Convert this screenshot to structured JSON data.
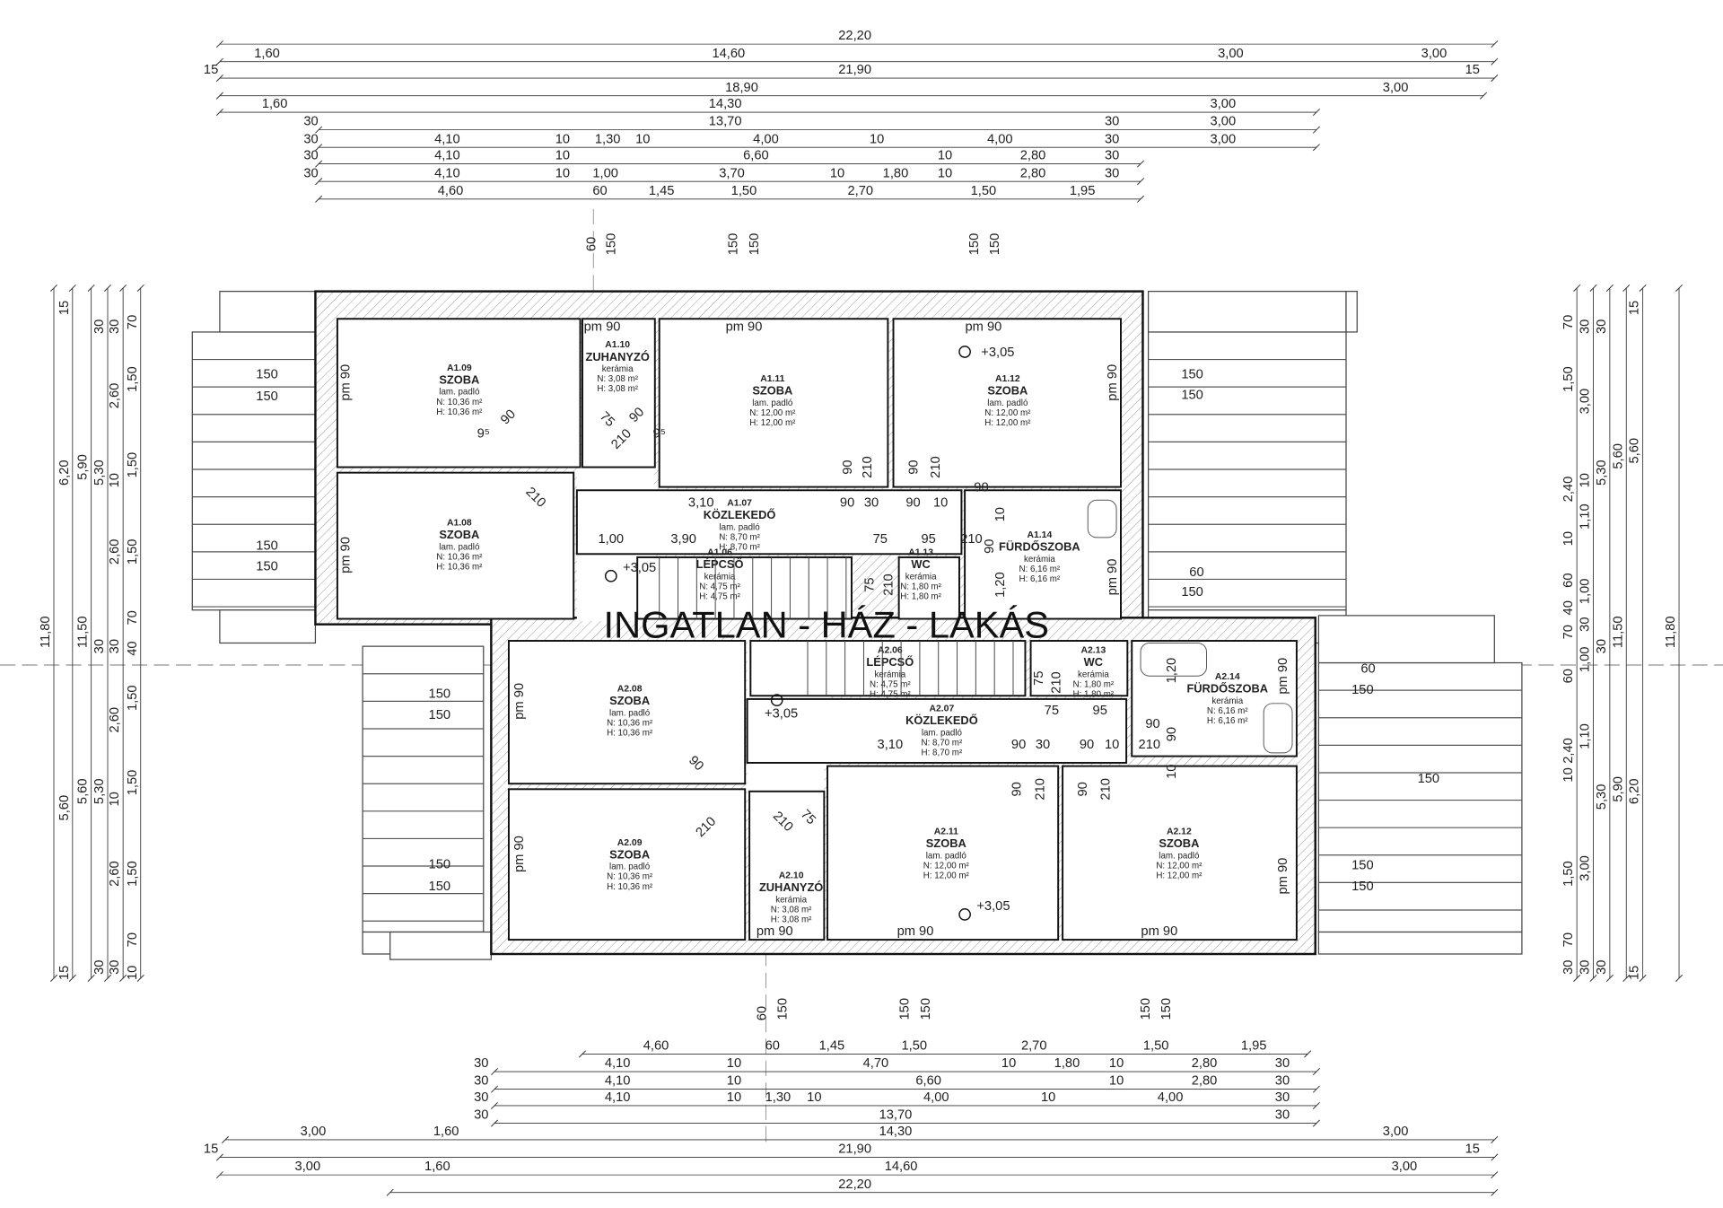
{
  "title": "INGATLAN - HÁZ - LAKÁS",
  "rooms": [
    {
      "id": "A1.09",
      "name": "SZOBA",
      "floor": "lam. padló",
      "n": "N: 10,36 m²",
      "h": "H: 10,36 m²"
    },
    {
      "id": "A1.08",
      "name": "SZOBA",
      "floor": "lam. padló",
      "n": "N: 10,36 m²",
      "h": "H: 10,36 m²"
    },
    {
      "id": "A1.10",
      "name": "ZUHANYZÓ",
      "floor": "kerámia",
      "n": "N: 3,08 m²",
      "h": "H: 3,08 m²"
    },
    {
      "id": "A1.11",
      "name": "SZOBA",
      "floor": "lam. padló",
      "n": "N: 12,00 m²",
      "h": "H: 12,00 m²"
    },
    {
      "id": "A1.12",
      "name": "SZOBA",
      "floor": "lam. padló",
      "n": "N: 12,00 m²",
      "h": "H: 12,00 m²"
    },
    {
      "id": "A1.07",
      "name": "KÖZLEKEDŐ",
      "floor": "lam. padló",
      "n": "N: 8,70 m²",
      "h": "H: 8,70 m²"
    },
    {
      "id": "A1.06",
      "name": "LÉPCSŐ",
      "floor": "kerámia",
      "n": "N: 4,75 m²",
      "h": "H: 4,75 m²"
    },
    {
      "id": "A1.13",
      "name": "WC",
      "floor": "kerámia",
      "n": "N: 1,80 m²",
      "h": "H: 1,80 m²"
    },
    {
      "id": "A1.14",
      "name": "FÜRDŐSZOBA",
      "floor": "kerámia",
      "n": "N: 6,16 m²",
      "h": "H: 6,16 m²"
    },
    {
      "id": "A2.08",
      "name": "SZOBA",
      "floor": "lam. padló",
      "n": "N: 10,36 m²",
      "h": "H: 10,36 m²"
    },
    {
      "id": "A2.09",
      "name": "SZOBA",
      "floor": "lam. padló",
      "n": "N: 10,36 m²",
      "h": "H: 10,36 m²"
    },
    {
      "id": "A2.06",
      "name": "LÉPCSŐ",
      "floor": "kerámia",
      "n": "N: 4,75 m²",
      "h": "H: 4,75 m²"
    },
    {
      "id": "A2.13",
      "name": "WC",
      "floor": "kerámia",
      "n": "N: 1,80 m²",
      "h": "H: 1,80 m²"
    },
    {
      "id": "A2.14",
      "name": "FÜRDŐSZOBA",
      "floor": "kerámia",
      "n": "N: 6,16 m²",
      "h": "H: 6,16 m²"
    },
    {
      "id": "A2.07",
      "name": "KÖZLEKEDŐ",
      "floor": "lam. padló",
      "n": "N: 8,70 m²",
      "h": "H: 8,70 m²"
    },
    {
      "id": "A2.10",
      "name": "ZUHANYZÓ",
      "floor": "kerámia",
      "n": "N: 3,08 m²",
      "h": "H: 3,08 m²"
    },
    {
      "id": "A2.11",
      "name": "SZOBA",
      "floor": "lam. padló",
      "n": "N: 12,00 m²",
      "h": "H: 12,00 m²"
    },
    {
      "id": "A2.12",
      "name": "SZOBA",
      "floor": "lam. padló",
      "n": "N: 12,00 m²",
      "h": "H: 12,00 m²"
    }
  ],
  "dimensions": {
    "top_rows": [
      [
        "22,20"
      ],
      [
        "1,60",
        "14,60",
        "3,00",
        "3,00"
      ],
      [
        "15",
        "21,90",
        "15"
      ],
      [
        "18,90",
        "3,00"
      ],
      [
        "1,60",
        "14,30",
        "3,00"
      ],
      [
        "30",
        "13,70",
        "30",
        "3,00"
      ],
      [
        "30",
        "4,10",
        "10",
        "1,30",
        "10",
        "4,00",
        "10",
        "4,00",
        "30",
        "3,00"
      ],
      [
        "30",
        "4,10",
        "10",
        "6,60",
        "10",
        "2,80",
        "30"
      ],
      [
        "30",
        "4,10",
        "10",
        "1,00",
        "3,70",
        "10",
        "1,80",
        "10",
        "2,80",
        "30"
      ],
      [
        "4,60",
        "60",
        "1,45",
        "1,50",
        "2,70",
        "1,50",
        "1,95"
      ]
    ],
    "top_verticals": [
      "60",
      "150",
      "150",
      "150",
      "150",
      "150"
    ],
    "bottom_verticals": [
      "60",
      "150",
      "150",
      "150",
      "150",
      "150"
    ],
    "bottom_rows": [
      [
        "4,60",
        "60",
        "1,45",
        "1,50",
        "2,70",
        "1,50",
        "1,95"
      ],
      [
        "30",
        "4,10",
        "10",
        "4,70",
        "10",
        "1,80",
        "10",
        "2,80",
        "30"
      ],
      [
        "30",
        "4,10",
        "10",
        "6,60",
        "10",
        "2,80",
        "30"
      ],
      [
        "30",
        "4,10",
        "10",
        "1,30",
        "10",
        "4,00",
        "10",
        "4,00",
        "30"
      ],
      [
        "30",
        "13,70",
        "30"
      ],
      [
        "3,00",
        "1,60",
        "14,30",
        "3,00"
      ],
      [
        "15",
        "21,90",
        "15"
      ],
      [
        "3,00",
        "1,60",
        "14,60",
        "3,00"
      ],
      [
        "22,20"
      ]
    ],
    "left_cols": [
      [
        "11,80"
      ],
      [
        "15",
        "6,20",
        "5,60",
        "15"
      ],
      [
        "5,90",
        "11,50",
        "5,60"
      ],
      [
        "30",
        "5,30",
        "30",
        "5,30",
        "30"
      ],
      [
        "30",
        "2,60",
        "10",
        "2,60",
        "30",
        "2,60",
        "10",
        "2,60",
        "30"
      ],
      [
        "70",
        "1,50",
        "1,50",
        "1,50",
        "70",
        "40",
        "1,50",
        "1,50",
        "1,50",
        "70",
        "10"
      ]
    ],
    "right_cols": [
      [
        "70",
        "1,50",
        "2,40",
        "10",
        "60",
        "40",
        "70",
        "60",
        "2,40",
        "10",
        "1,50",
        "70",
        "30"
      ],
      [
        "30",
        "3,00",
        "10",
        "1,10",
        "1,00",
        "30",
        "1,00",
        "1,10",
        "3,00",
        "30"
      ],
      [
        "30",
        "5,30",
        "30",
        "5,30",
        "30"
      ],
      [
        "5,60",
        "11,50",
        "5,90"
      ],
      [
        "15",
        "5,60",
        "6,20",
        "15"
      ],
      [
        "11,80"
      ]
    ]
  },
  "annotations": {
    "window_labels": [
      "pm 90",
      "pm 90",
      "pm 90",
      "pm 90",
      "pm 90",
      "pm 90",
      "pm 90",
      "pm 90",
      "pm 90",
      "pm 90",
      "pm 90",
      "pm 90",
      "pm 90",
      "pm 90"
    ],
    "terrace_labels": [
      "150",
      "150",
      "150",
      "150",
      "150",
      "150",
      "60",
      "150",
      "150",
      "150",
      "150",
      "150",
      "150",
      "60",
      "150",
      "150",
      "150"
    ],
    "levels": [
      "+3,05",
      "+3,05",
      "+3,05",
      "+3,05"
    ],
    "door_dims": [
      "90",
      "210",
      "90",
      "210",
      "3,10",
      "90",
      "30",
      "90",
      "10",
      "1,00",
      "3,90",
      "75",
      "95",
      "210",
      "90",
      "10",
      "90",
      "75",
      "210",
      "1,20",
      "3,10",
      "90",
      "30",
      "90",
      "10",
      "90",
      "210",
      "75",
      "95",
      "75",
      "210",
      "90",
      "210",
      "90",
      "210",
      "1,20",
      "10",
      "90",
      "90",
      "210",
      "9⁵",
      "9⁵",
      "75",
      "210",
      "90",
      "90",
      "210",
      "75",
      "210"
    ]
  }
}
